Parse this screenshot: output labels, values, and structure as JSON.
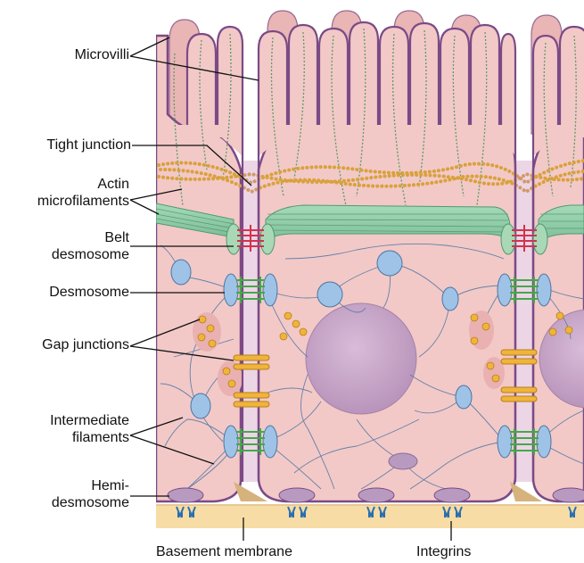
{
  "labels": {
    "microvilli": "Microvilli",
    "tight_junction": "Tight junction",
    "actin_1": "Actin",
    "actin_2": "microfilaments",
    "belt_1": "Belt",
    "belt_2": "desmosome",
    "desmosome": "Desmosome",
    "gap_junctions": "Gap junctions",
    "intermediate_1": "Intermediate",
    "intermediate_2": "filaments",
    "hemi_1": "Hemi-",
    "hemi_2": "desmosome",
    "basement_membrane": "Basement membrane",
    "integrins": "Integrins"
  },
  "colors": {
    "cytoplasm": "#f2c9c7",
    "cell_border": "#7b4a86",
    "membrane_junction": "#9a5a94",
    "actin": "#8fcfa9",
    "filament": "#4d74a3",
    "tight_bead": "#d9a13c",
    "gap": "#f0b43a",
    "nucleus": "#c9a9c9",
    "basement": "#f7dca5",
    "integrin": "#2a6fb0",
    "desmosome_plaque": "#9ec3e6",
    "belt_link": "#d2324f",
    "desmo_link": "#43a84a"
  }
}
